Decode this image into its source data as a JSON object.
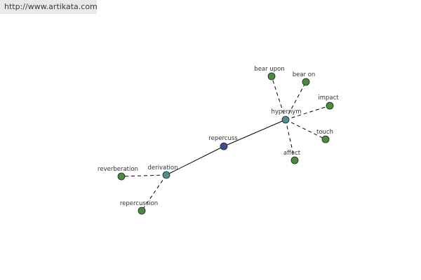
{
  "header": {
    "url": "http://www.artikata.com"
  },
  "graph": {
    "colors": {
      "center": "#3d4d8c",
      "hub": "#4f8f8a",
      "leaf": "#4a8a3c",
      "edge": "#000000",
      "node_stroke": "#222222"
    },
    "nodes": [
      {
        "id": "repercuss",
        "label": "repercuss",
        "kind": "center"
      },
      {
        "id": "hypernym",
        "label": "hypernym",
        "kind": "hub"
      },
      {
        "id": "derivation",
        "label": "derivation",
        "kind": "hub"
      },
      {
        "id": "bear_upon",
        "label": "bear upon",
        "kind": "leaf"
      },
      {
        "id": "bear_on",
        "label": "bear on",
        "kind": "leaf"
      },
      {
        "id": "impact",
        "label": "impact",
        "kind": "leaf"
      },
      {
        "id": "touch",
        "label": "touch",
        "kind": "leaf"
      },
      {
        "id": "affect",
        "label": "affect",
        "kind": "leaf"
      },
      {
        "id": "reverberation",
        "label": "reverberation",
        "kind": "leaf"
      },
      {
        "id": "repercussion",
        "label": "repercussion",
        "kind": "leaf"
      }
    ],
    "edges": [
      {
        "from": "repercuss",
        "to": "hypernym",
        "style": "solid"
      },
      {
        "from": "repercuss",
        "to": "derivation",
        "style": "solid"
      },
      {
        "from": "hypernym",
        "to": "bear_upon",
        "style": "dashed"
      },
      {
        "from": "hypernym",
        "to": "bear_on",
        "style": "dashed"
      },
      {
        "from": "hypernym",
        "to": "impact",
        "style": "dashed"
      },
      {
        "from": "hypernym",
        "to": "touch",
        "style": "dashed"
      },
      {
        "from": "hypernym",
        "to": "affect",
        "style": "dashed"
      },
      {
        "from": "derivation",
        "to": "reverberation",
        "style": "dashed"
      },
      {
        "from": "derivation",
        "to": "repercussion",
        "style": "dashed"
      }
    ]
  }
}
